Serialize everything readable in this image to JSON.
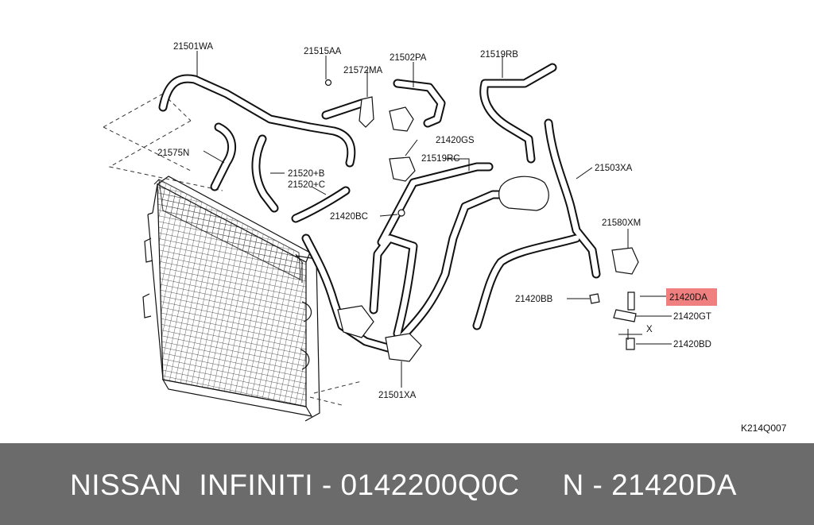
{
  "diagram": {
    "code": "K214Q007",
    "highlight_color": "#f08080",
    "labels": {
      "p21501WA": "21501WA",
      "p21515AA": "21515AA",
      "p21572MA": "21572MA",
      "p21502PA": "21502PA",
      "p21519RB": "21519RB",
      "p21575N": "21575N",
      "p21420GS": "21420GS",
      "p21519RC": "21519RC",
      "p21520B": "21520+B",
      "p21520C": "21520+C",
      "p21503XA": "21503XA",
      "p21420BC": "21420BC",
      "p21580XM": "21580XM",
      "p21420BB": "21420BB",
      "p21420DA": "21420DA",
      "p21420GT": "21420GT",
      "x": "X",
      "p21420BD": "21420BD",
      "p21501XA": "21501XA"
    }
  },
  "footer": {
    "text": "NISSAN  INFINITI - 0142200Q0C     N - 21420DA"
  }
}
